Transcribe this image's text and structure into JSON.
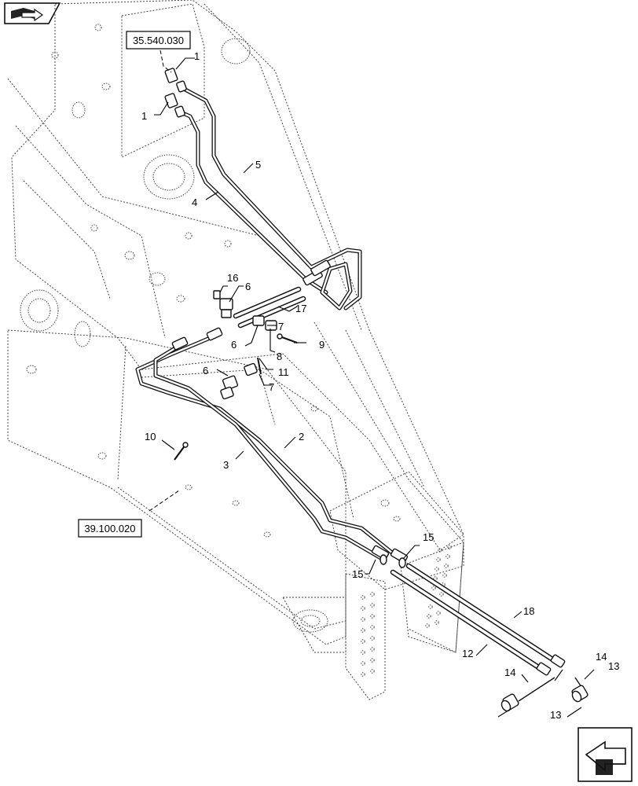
{
  "reference_labels": {
    "top": "35.540.030",
    "bottom": "39.100.020"
  },
  "callouts": {
    "c1a": "1",
    "c1b": "1",
    "c2": "2",
    "c3": "3",
    "c4": "4",
    "c5": "5",
    "c6a": "6",
    "c6b": "6",
    "c6c": "6",
    "c7a": "7",
    "c7b": "7",
    "c8": "8",
    "c9": "9",
    "c10": "10",
    "c11": "11",
    "c12": "12",
    "c13a": "13",
    "c13b": "13",
    "c14a": "14",
    "c14b": "14",
    "c15a": "15",
    "c15b": "15",
    "c16": "16",
    "c17": "17",
    "c18": "18"
  },
  "icons": {
    "top_nav": "book-arrow-icon",
    "bottom_nav": "next-page-arrow-icon"
  }
}
